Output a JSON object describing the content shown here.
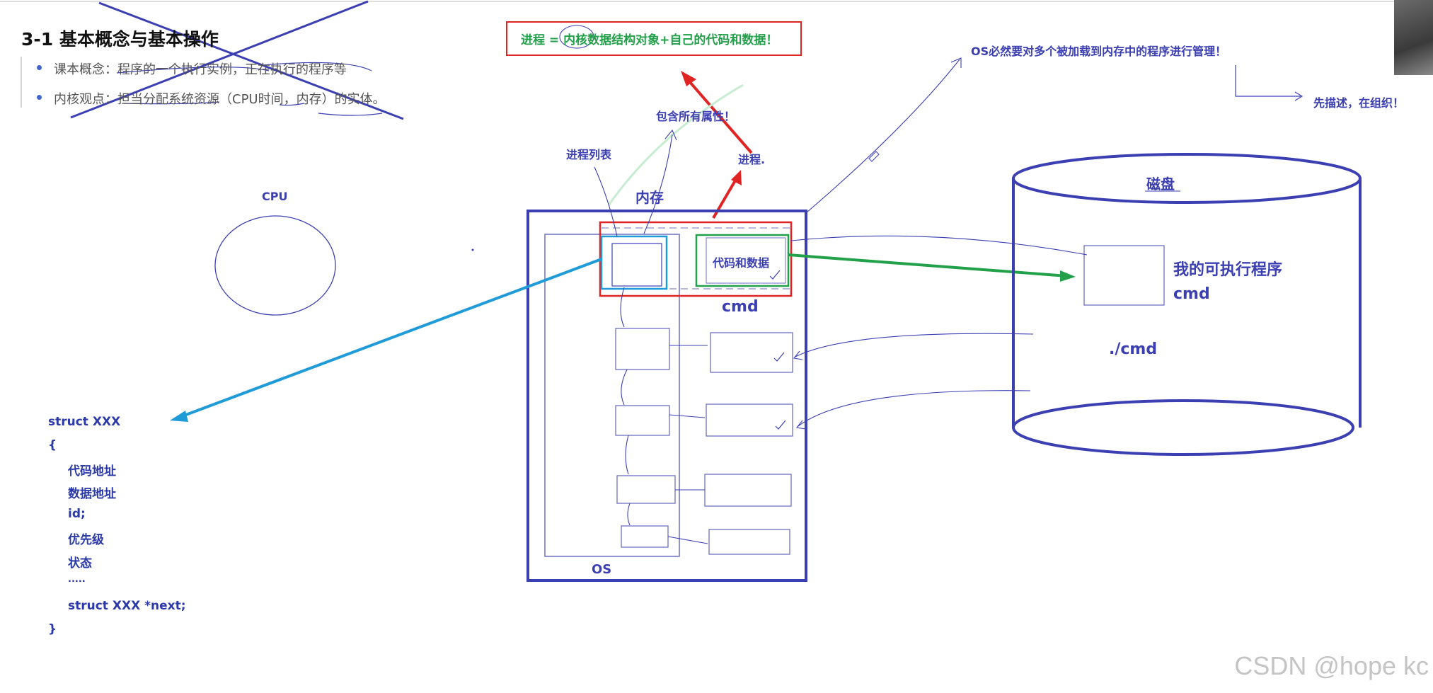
{
  "heading": "3-1 基本概念与基本操作",
  "bullets": [
    "课本概念：程序的一个执行实例，正在执行的程序等",
    "内核观点：担当分配系统资源（CPU时间，内存）的实体。"
  ],
  "top_definition": {
    "prefix": "进程 =",
    "body": "内核数据结构对象+自己的代码和数据！"
  },
  "annotations": {
    "os_manage": "OS必然要对多个被加载到内存中的程序进行管理！",
    "describe_then_organize": "先描述，在组织！",
    "all_attributes": "包含所有属性！",
    "process_list": "进程列表",
    "process": "进程.",
    "cpu": "CPU",
    "memory": "内存",
    "code_and_data": "代码和数据",
    "cmd_memory": "cmd",
    "os_label": "OS",
    "disk": "磁盘",
    "executable": "我的可执行程序",
    "cmd_disk": "cmd",
    "run_cmd": "./cmd"
  },
  "struct_code": [
    "struct XXX",
    "{",
    "代码地址",
    "数据地址",
    "id;",
    "优先级",
    "状态",
    ".....",
    "struct XXX *next;",
    "}"
  ],
  "watermark": "CSDN @hope kc",
  "colors": {
    "ink": "#3b3fb2",
    "red": "#e02424",
    "green": "#23a04a",
    "blue": "#1f9bd8"
  }
}
